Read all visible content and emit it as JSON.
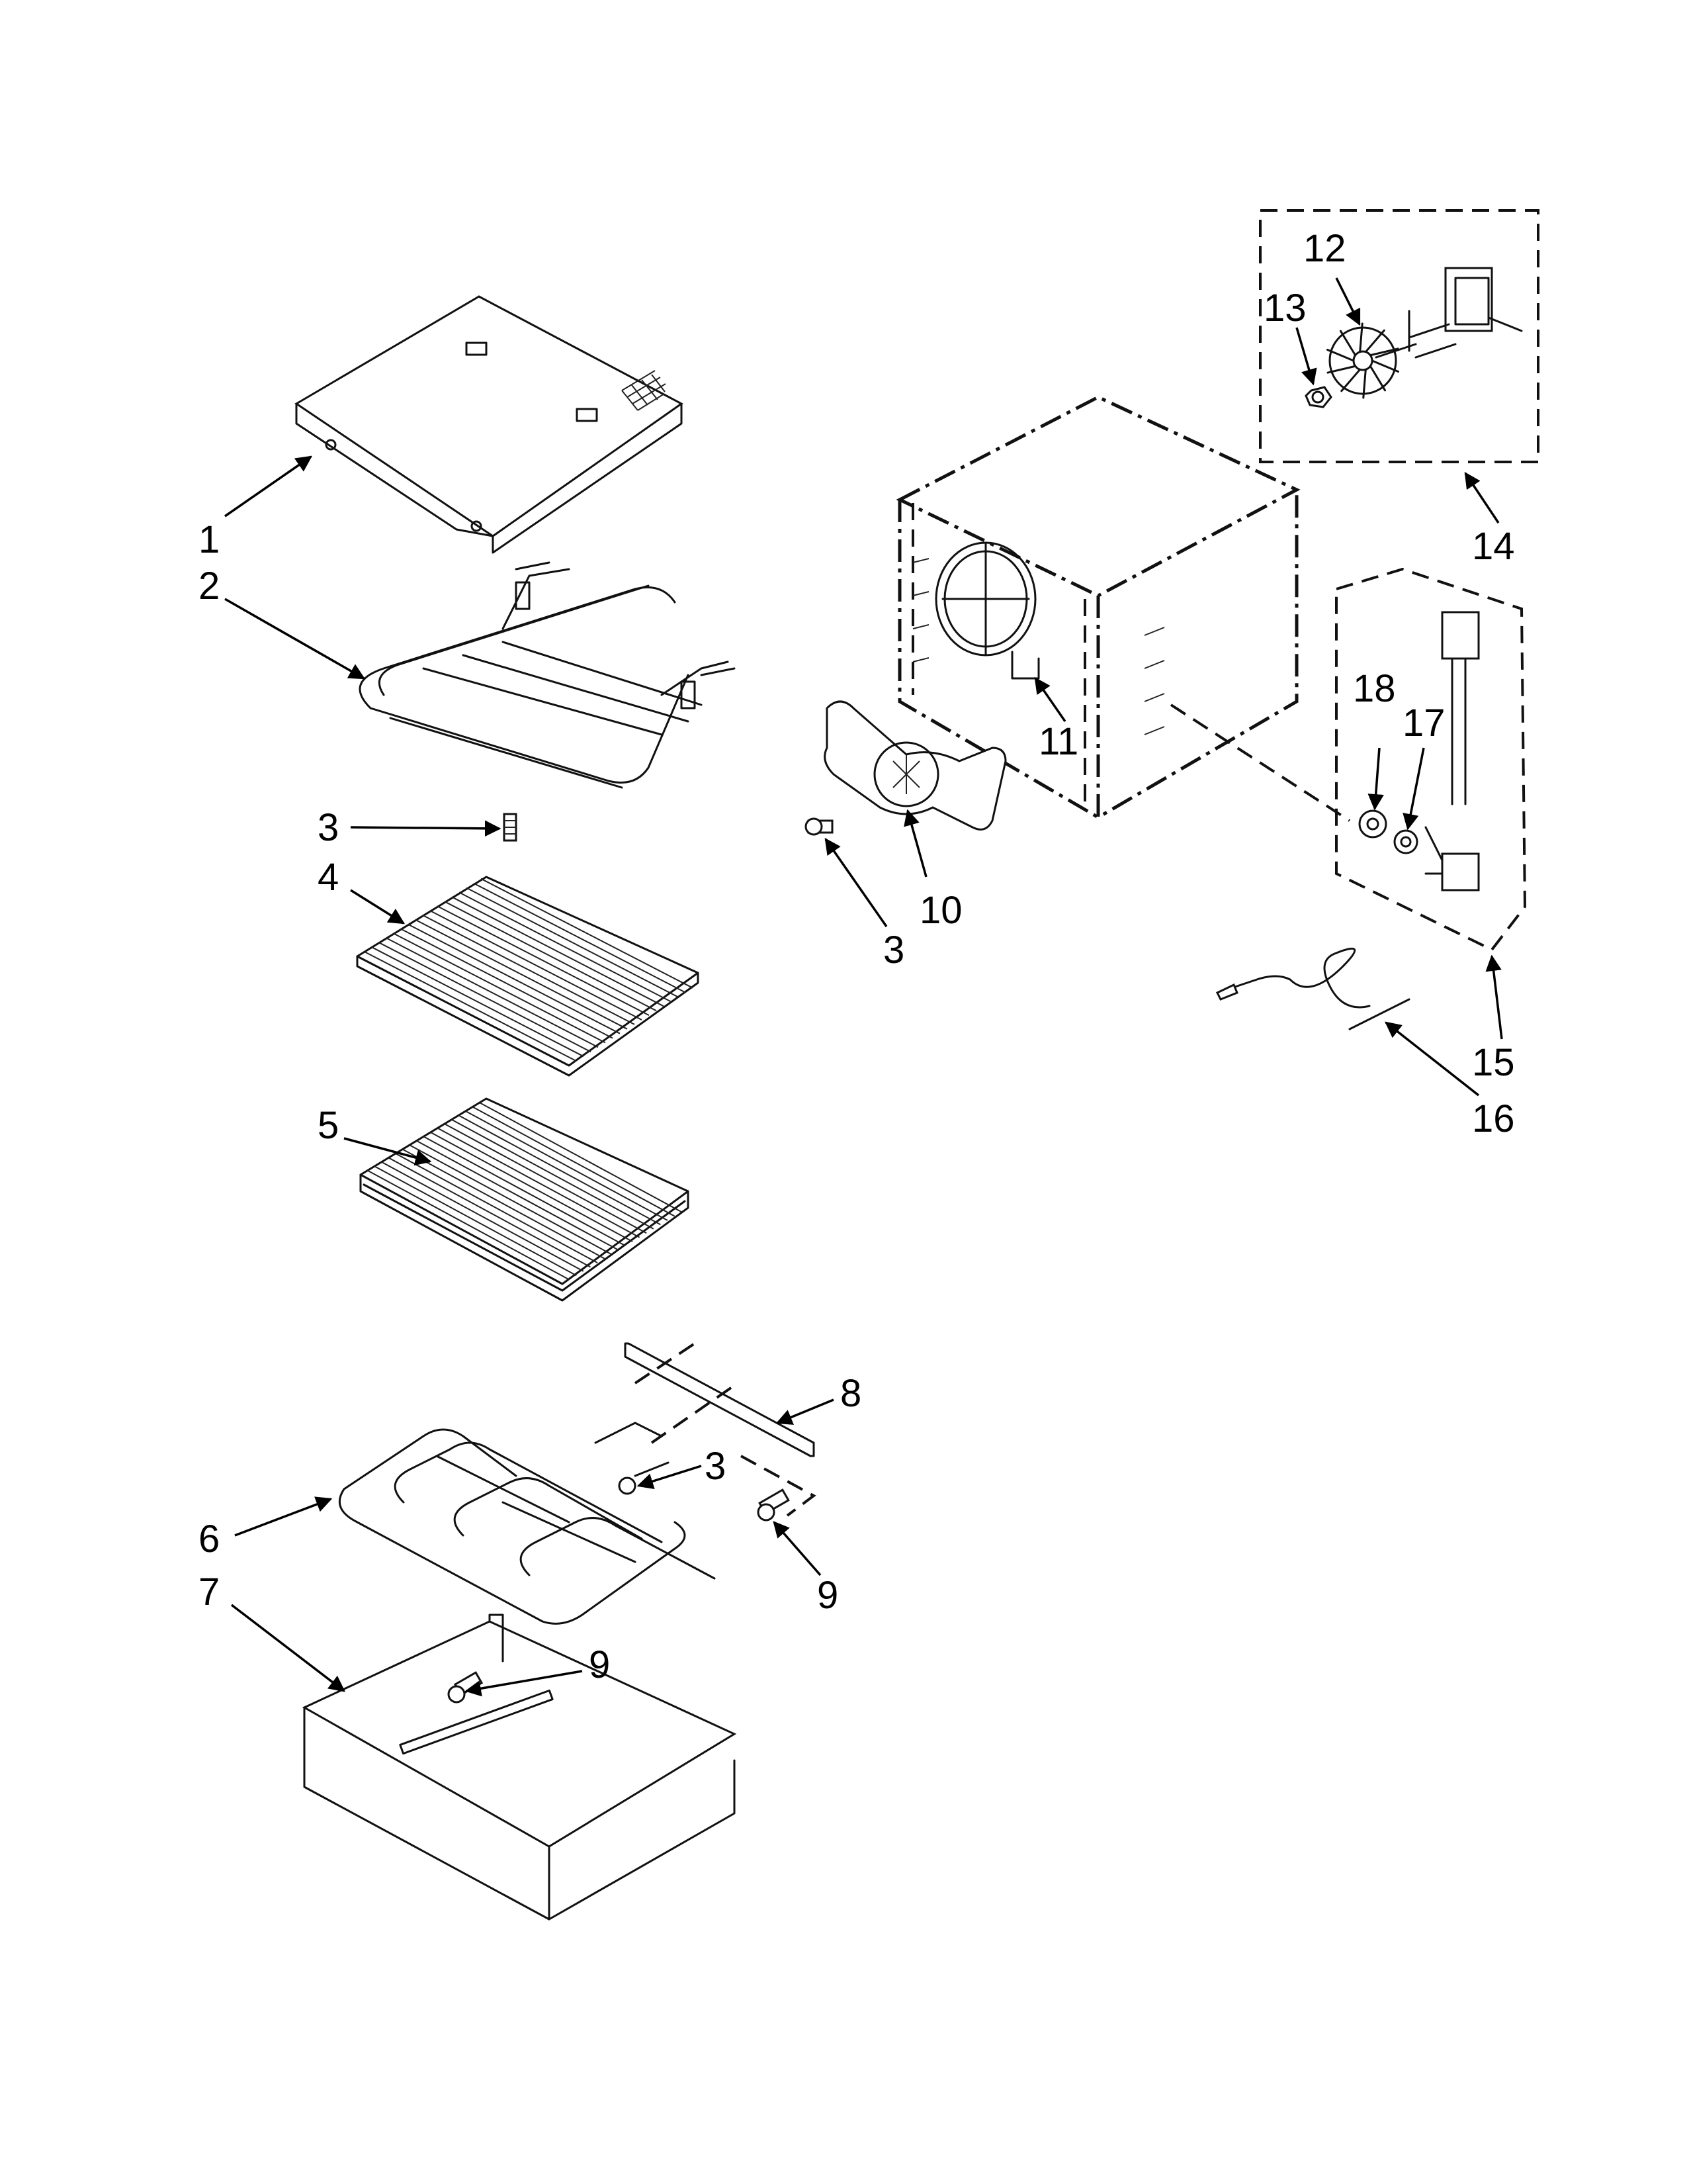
{
  "callouts": {
    "c1": "1",
    "c2": "2",
    "c3a": "3",
    "c4": "4",
    "c5": "5",
    "c6": "6",
    "c7": "7",
    "c8": "8",
    "c3b": "3",
    "c9a": "9",
    "c9b": "9",
    "c3c": "3",
    "c10": "10",
    "c11": "11",
    "c12": "12",
    "c13": "13",
    "c14": "14",
    "c15": "15",
    "c16": "16",
    "c17": "17",
    "c18": "18"
  },
  "parts": [
    {
      "callout": "1",
      "name": "top-panel"
    },
    {
      "callout": "2",
      "name": "broil-element"
    },
    {
      "callout": "3",
      "name": "screw"
    },
    {
      "callout": "4",
      "name": "oven-rack"
    },
    {
      "callout": "5",
      "name": "sliding-rack"
    },
    {
      "callout": "6",
      "name": "bake-element"
    },
    {
      "callout": "7",
      "name": "bottom-cover"
    },
    {
      "callout": "8",
      "name": "element-bracket"
    },
    {
      "callout": "9",
      "name": "screw"
    },
    {
      "callout": "10",
      "name": "fan-cover"
    },
    {
      "callout": "11",
      "name": "convection-element"
    },
    {
      "callout": "12",
      "name": "fan-blade"
    },
    {
      "callout": "13",
      "name": "nut"
    },
    {
      "callout": "14",
      "name": "fan-motor-assembly"
    },
    {
      "callout": "15",
      "name": "probe-jack-assembly"
    },
    {
      "callout": "16",
      "name": "meat-probe"
    },
    {
      "callout": "17",
      "name": "washer"
    },
    {
      "callout": "18",
      "name": "nut"
    }
  ]
}
